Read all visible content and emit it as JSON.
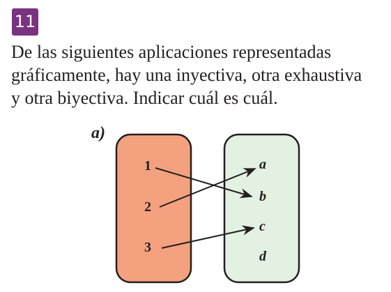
{
  "exercise": {
    "number": "11",
    "statement_lines": [
      "De las siguientes aplicaciones representadas",
      "gráficamente, hay una inyectiva, otra exhaustiva",
      "y otra biyectiva. Indicar cuál es cuál."
    ]
  },
  "diagram": {
    "part_label": "a)",
    "domain_set": {
      "fill": "#f4a17f",
      "elements": [
        "1",
        "2",
        "3"
      ]
    },
    "codomain_set": {
      "fill": "#e2f1e2",
      "elements": [
        "a",
        "b",
        "c",
        "d"
      ]
    },
    "mapping": [
      {
        "from": "1",
        "to": "b"
      },
      {
        "from": "2",
        "to": "a"
      },
      {
        "from": "3",
        "to": "c"
      }
    ]
  }
}
